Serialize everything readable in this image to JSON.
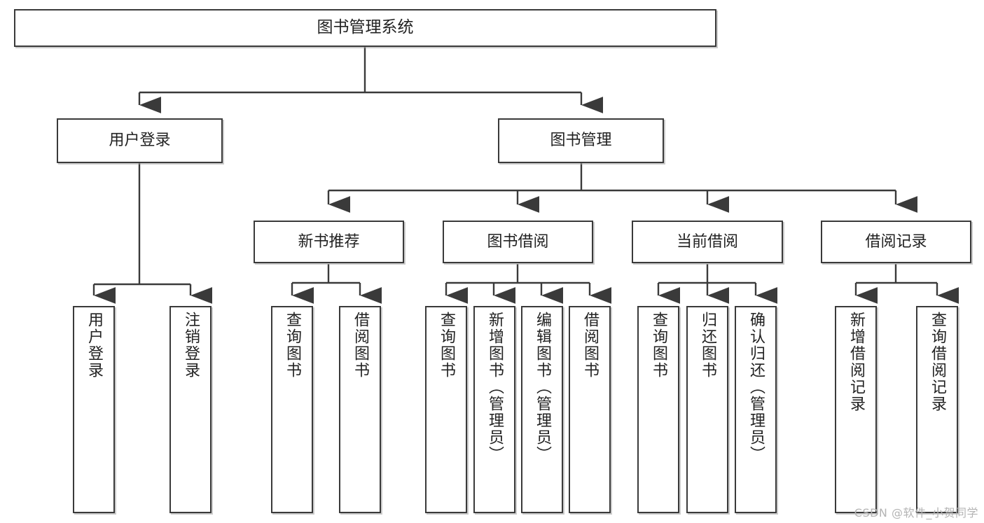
{
  "diagram": {
    "title": "图书管理系统",
    "watermark": "CSDN @软件_小贺同学",
    "colors": {
      "stroke": "#3a3a3a",
      "fill": "#ffffff",
      "text": "#222222",
      "watermark": "#b4b4b4"
    },
    "nodes": {
      "root": "图书管理系统",
      "user_login": "用户登录",
      "book_manage": "图书管理",
      "new_book_recommend": "新书推荐",
      "book_borrow": "图书借阅",
      "current_borrow": "当前借阅",
      "borrow_record": "借阅记录",
      "leaf_user_login": "用户登录",
      "leaf_logout_login": "注销登录",
      "leaf_query_book_1": "查询图书",
      "leaf_borrow_book_1": "借阅图书",
      "leaf_query_book_2": "查询图书",
      "leaf_add_book_admin": "新增图书（管理员）",
      "leaf_edit_book_admin": "编辑图书（管理员）",
      "leaf_borrow_book_2": "借阅图书",
      "leaf_query_book_3": "查询图书",
      "leaf_return_book": "归还图书",
      "leaf_confirm_return_admin": "确认归还（管理员）",
      "leaf_add_borrow_record": "新增借阅记录",
      "leaf_query_borrow_record": "查询借阅记录"
    }
  }
}
